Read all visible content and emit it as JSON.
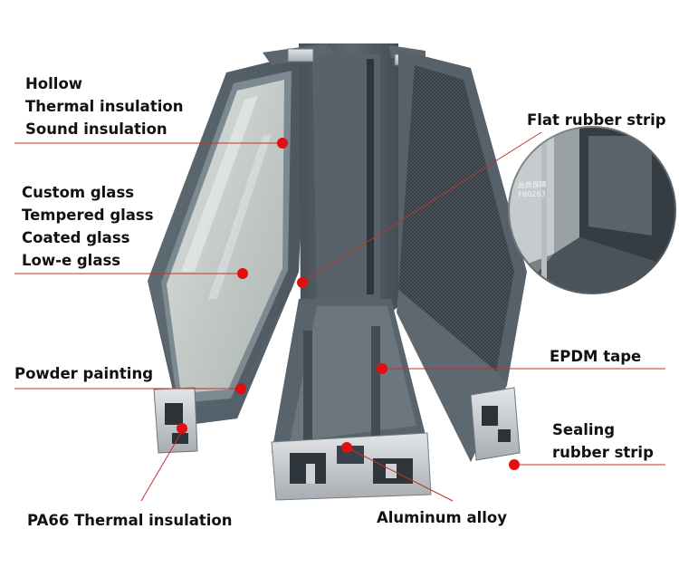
{
  "callouts": {
    "hollow": {
      "lines": [
        "Hollow",
        "Thermal insulation",
        "Sound insulation"
      ]
    },
    "glass": {
      "lines": [
        "Custom glass",
        "Tempered glass",
        "Coated glass",
        "Low-e glass"
      ]
    },
    "powder_painting": {
      "text": "Powder painting"
    },
    "pa66": {
      "text": "PA66 Thermal insulation"
    },
    "flat_rubber_strip": {
      "text": "Flat rubber strip"
    },
    "epdm_tape": {
      "text": "EPDM tape"
    },
    "sealing_rubber_strip": {
      "lines": [
        "Sealing",
        "rubber strip"
      ]
    },
    "aluminum_alloy": {
      "text": "Aluminum alloy"
    }
  },
  "inset": {
    "mark_lines": [
      "品质保障",
      "FB0263"
    ]
  },
  "colors": {
    "marker": "#e01010",
    "frame_dark": "#4f5a62",
    "frame_mid": "#66727b",
    "glass_tint": "#c9d0cf",
    "mesh": "#3e4850",
    "aluminum": "#c4c8cc"
  }
}
